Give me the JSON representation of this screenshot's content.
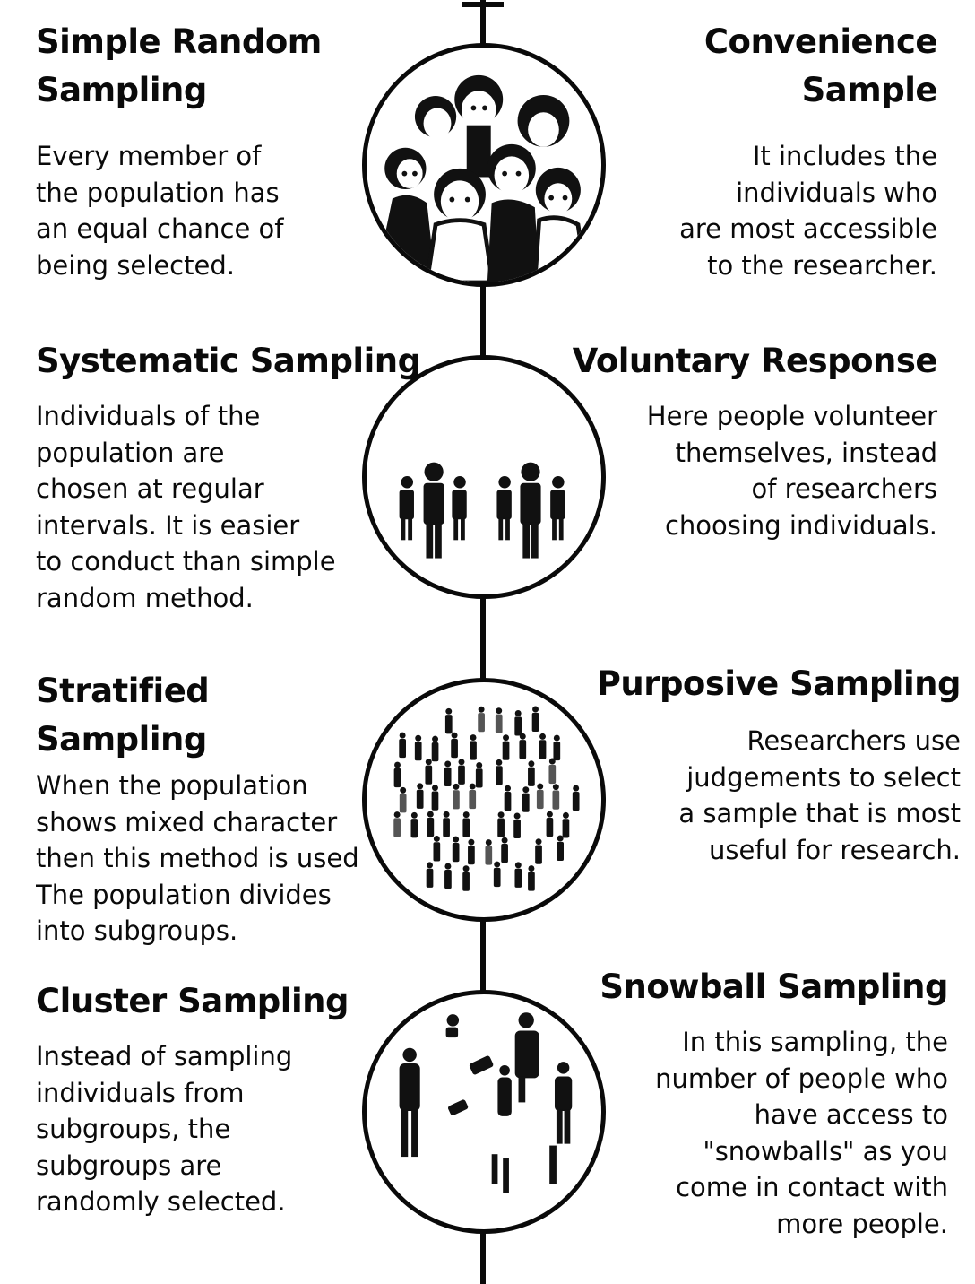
{
  "items": [
    {
      "title": "Simple Random\nSampling",
      "description": "Every member of\nthe population has\nan equal chance of\nbeing selected."
    },
    {
      "title": "Convenience\nSample",
      "description": "It includes the\nindividuals who\nare most accessible\nto the researcher."
    },
    {
      "title": "Systematic Sampling",
      "description": "Individuals of the\npopulation are\nchosen at regular\nintervals. It is easier\nto conduct than simple\nrandom method."
    },
    {
      "title": "Voluntary Response",
      "description": "Here people volunteer\nthemselves, instead\nof researchers\nchoosing individuals."
    },
    {
      "title": "Stratified Sampling",
      "description": "When the population\nshows mixed character\nthen this method is used\nThe population divides\ninto subgroups."
    },
    {
      "title": "Purposive Sampling",
      "description": "Researchers use\njudgements to select\na sample that is most\nuseful for research."
    },
    {
      "title": "Cluster Sampling",
      "description": "Instead of sampling\nindividuals from\nsubgroups, the\nsubgroups are\nrandomly selected."
    },
    {
      "title": "Snowball Sampling",
      "description": "In this sampling, the\nnumber of people who\nhave access to\n\"snowballs\" as you\ncome in contact with\nmore people."
    }
  ],
  "icons": {
    "circle_1": "group-of-people-icon",
    "circle_2": "two-groups-of-people-icon",
    "circle_3": "crowd-icon",
    "circle_4": "scattered-people-icon"
  }
}
